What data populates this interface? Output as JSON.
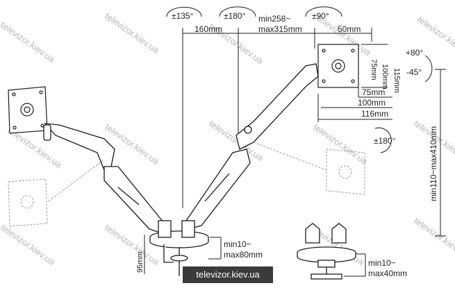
{
  "dimensions": {
    "rotate_135": "±135°",
    "rotate_180_top": "±180°",
    "rotate_90": "±90°",
    "arm_reach_min": "min258~",
    "arm_reach_max": "max315mm",
    "arm_160": "160mm",
    "arm_50": "50mm",
    "tilt_up": "+80°",
    "tilt_down": "-45°",
    "vesa_v_115": "115mm",
    "vesa_v_100": "100mm",
    "vesa_v_75": "75mm",
    "vesa_h_75": "75mm",
    "vesa_h_100": "100mm",
    "vesa_h_116": "116mm",
    "rotate_180_side": "±180°",
    "height_range": "min110~max410mm",
    "clamp_95": "95mm",
    "clamp_min": "min10~",
    "clamp_max": "max80mm",
    "grommet_min": "min10~",
    "grommet_max": "max40mm"
  },
  "watermark": {
    "text": "televizor.kiev.ua",
    "label": "televizor.kiev.ua"
  },
  "colors": {
    "line": "#1a1a1a",
    "watermark": "#b8b8b8",
    "label_bg": "#3a3a3a"
  }
}
